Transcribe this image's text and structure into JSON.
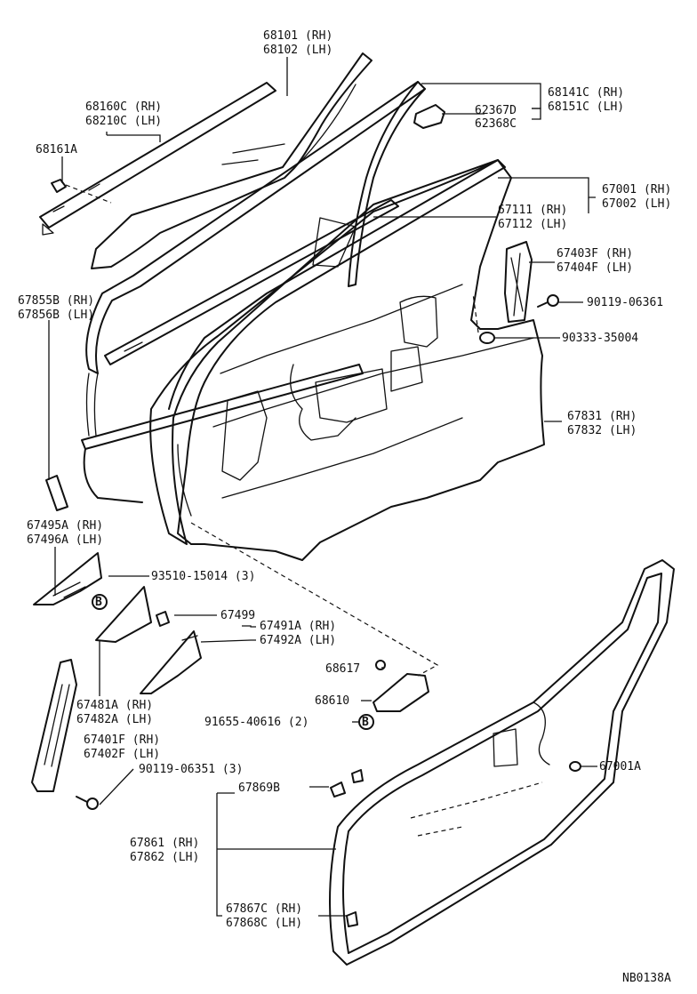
{
  "diagram_id": "NB0138A",
  "parts": {
    "glass": [
      "68101 (RH)",
      "68102 (LH)"
    ],
    "weatherstrip_outer": [
      "68160C (RH)",
      "68210C (LH)"
    ],
    "clip_68161a": "68161A",
    "run_channel": [
      "68141C (RH)",
      "68151C (LH)"
    ],
    "stopper_1": "62367D",
    "stopper_2": "62368C",
    "door_panel": [
      "67001 (RH)",
      "67002 (LH)"
    ],
    "frame_sash": [
      "67111 (RH)",
      "67112 (LH)"
    ],
    "regulator_rear": [
      "67403F (RH)",
      "67404F (LH)"
    ],
    "bolt_06361": "90119-06361",
    "plug_35004": "90333-35004",
    "service_cover": [
      "67831 (RH)",
      "67832 (LH)"
    ],
    "moulding_67855": [
      "67855B (RH)",
      "67856B (LH)"
    ],
    "mirror_seal": [
      "67495A (RH)",
      "67496A (LH)"
    ],
    "grommet_15014": "93510-15014 (3)",
    "clip_67499": "67499",
    "cover_67491": [
      "67491A (RH)",
      "67492A (LH)"
    ],
    "seal_67481": [
      "67481A (RH)",
      "67482A (LH)"
    ],
    "pin_68617": "68617",
    "hinge_68610": "68610",
    "plug_40616": "91655-40616 (2)",
    "regulator_front": [
      "67401F (RH)",
      "67402F (LH)"
    ],
    "bolt_06351": "90119-06351 (3)",
    "clip_67001a": "67001A",
    "clip_67869b": "67869B",
    "door_weatherstrip": [
      "67861 (RH)",
      "67862 (LH)"
    ],
    "retainer_67867": [
      "67867C (RH)",
      "67868C (LH)"
    ]
  },
  "grommet_mark": "B"
}
